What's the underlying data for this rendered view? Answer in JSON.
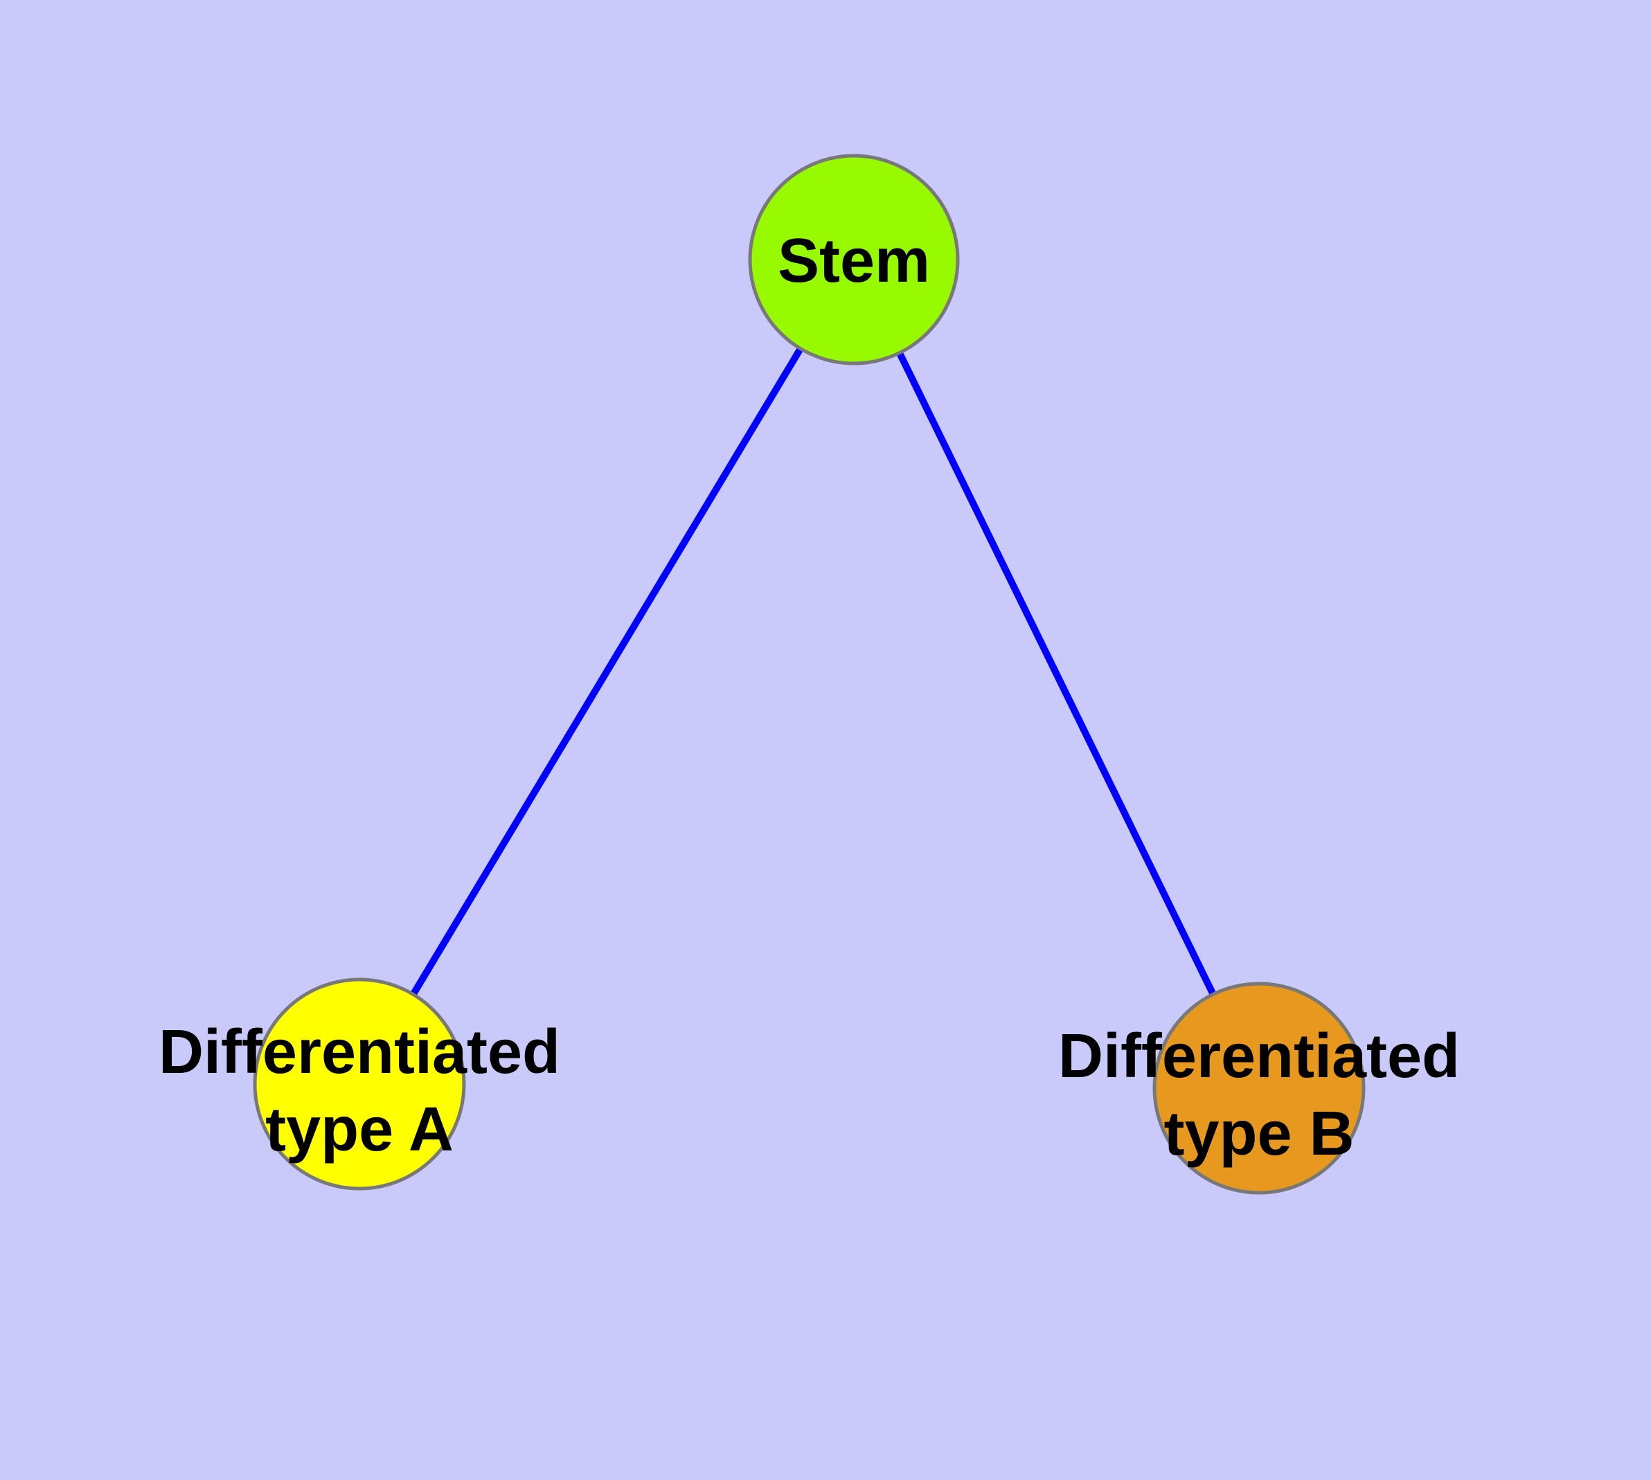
{
  "diagram": {
    "type": "node-link-graph",
    "colors": {
      "background": "#C9C9FA",
      "edge": "#0000FF",
      "node_border": "#787878",
      "label_text": "#000000",
      "stem_fill": "#97FA00",
      "type_a_fill": "#FFFF00",
      "type_b_fill": "#E6991E"
    },
    "nodes": {
      "stem": {
        "label": "Stem"
      },
      "typeA": {
        "line1": "Differentiated",
        "line2": "type A"
      },
      "typeB": {
        "line1": "Differentiated",
        "line2": "type B"
      }
    },
    "edges": [
      {
        "from": "Stem",
        "to": "Differentiated type A"
      },
      {
        "from": "Stem",
        "to": "Differentiated type B"
      }
    ]
  }
}
